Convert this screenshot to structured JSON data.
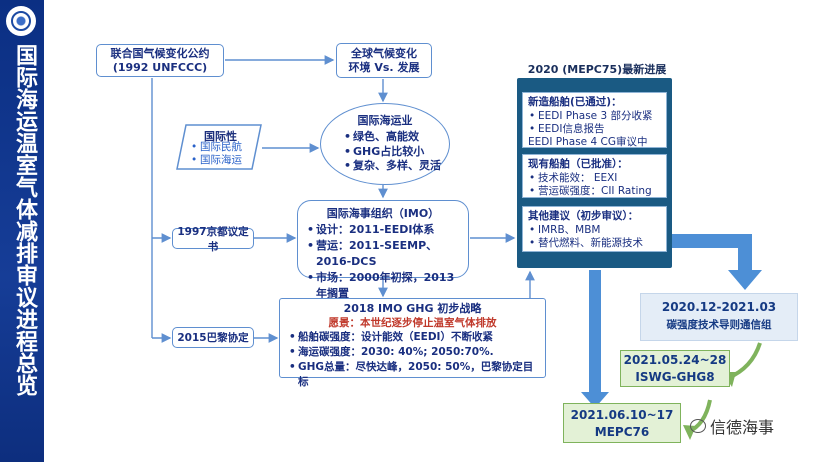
{
  "title": "国际海运温室气体减排审议进程总览",
  "boxes": {
    "unfccc": {
      "line1": "联合国气候变化公约",
      "line2": "(1992 UNFCCC)"
    },
    "climate": {
      "line1": "全球气候变化",
      "line2": "环境 Vs. 发展"
    },
    "shipping": {
      "title": "国际海运业",
      "items": [
        "绿色、高能效",
        "GHG占比较小",
        "复杂、多样、灵活"
      ]
    },
    "internationality": {
      "title": "国际性",
      "items": [
        "国际民航",
        "国际海运"
      ]
    },
    "kyoto": "1997京都议定书",
    "paris": "2015巴黎协定",
    "imo": {
      "title": "国际海事组织（IMO）",
      "items": [
        "设计：2011-EEDI体系",
        "营运：2011-SEEMP、2016-DCS",
        "市场：2000年初探，2013年搁置"
      ]
    },
    "strategy": {
      "title": "2018 IMO GHG 初步战略",
      "vision": "愿景：本世纪逐步停止温室气体排放",
      "items": [
        "船舶碳强度：设计能效（EEDI）不断收紧",
        "海运碳强度：2030: 40%; 2050:70%.",
        "GHG总量：尽快达峰，2050: 50%，巴黎协定目标"
      ]
    }
  },
  "mepc75": {
    "title": "2020 (MEPC75)最新进展",
    "new_ships": {
      "title": "新造船舶(已通过)：",
      "items": [
        "EEDI Phase 3 部分收紧",
        "EEDI信息报告"
      ],
      "extra": "EEDI Phase 4 CG审议中"
    },
    "existing_ships": {
      "title": "现有船舶（已批准）：",
      "items": [
        "技术能效： EEXI",
        "营运碳强度：CII Rating"
      ]
    },
    "other": {
      "title": "其他建议（初步审议）：",
      "items": [
        "IMRB、MBM",
        "替代燃料、新能源技术"
      ]
    }
  },
  "timeline": {
    "cg": {
      "date": "2020.12-2021.03",
      "label": "碳强度技术导则通信组"
    },
    "iswg": {
      "date": "2021.05.24~28",
      "label": "ISWG-GHG8"
    },
    "mepc76": {
      "date": "2021.06.10~17",
      "label": "MEPC76"
    }
  },
  "watermark": "信德海事",
  "colors": {
    "band": "#163d97",
    "arrow": "#5f8fd0",
    "fat_arrow": "#4d8fd6",
    "green": "#7fb35c",
    "vision": "#c0392b"
  }
}
